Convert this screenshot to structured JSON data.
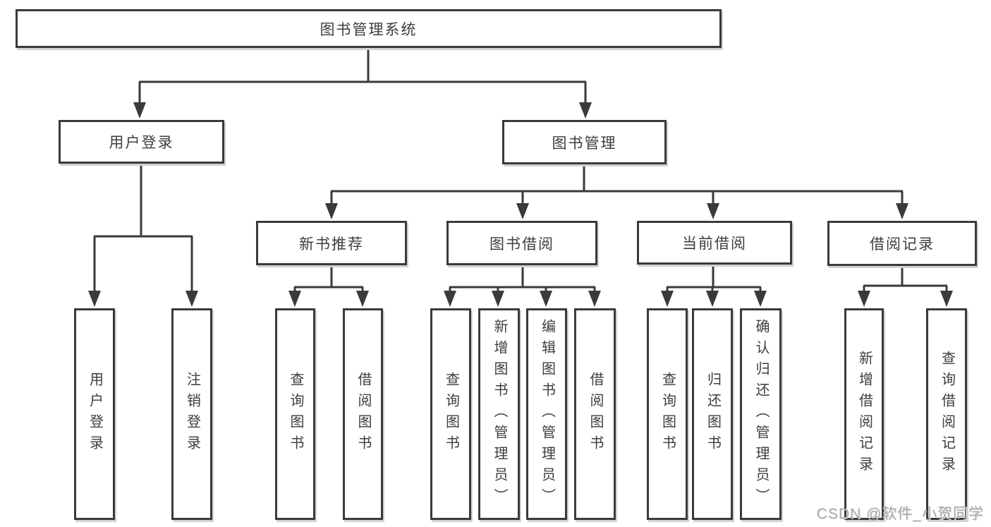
{
  "diagram": {
    "title": "图书管理系统",
    "root": {
      "label": "图书管理系统"
    },
    "level2": {
      "user_login": {
        "label": "用户登录"
      },
      "book_management": {
        "label": "图书管理"
      }
    },
    "level3": {
      "new_book_recommend": {
        "label": "新书推荐"
      },
      "book_borrow": {
        "label": "图书借阅"
      },
      "current_borrow": {
        "label": "当前借阅"
      },
      "borrow_records": {
        "label": "借阅记录"
      }
    },
    "leaves": {
      "user_login": [
        "用户登录",
        "注销登录"
      ],
      "new_book_recommend": [
        "查询图书",
        "借阅图书"
      ],
      "book_borrow": [
        "查询图书",
        "新增图书（管理员）",
        "编辑图书（管理员）",
        "借阅图书"
      ],
      "current_borrow": [
        "查询图书",
        "归还图书",
        "确认归还（管理员）"
      ],
      "borrow_records": [
        "新增借阅记录",
        "查询借阅记录"
      ]
    },
    "colors": {
      "line": "#3a3a3a",
      "text": "#3d3d3d",
      "box_background": "#ffffff",
      "watermark": "#a9a9a9"
    }
  },
  "watermark": {
    "text": "CSDN @软件_小贺同学"
  }
}
